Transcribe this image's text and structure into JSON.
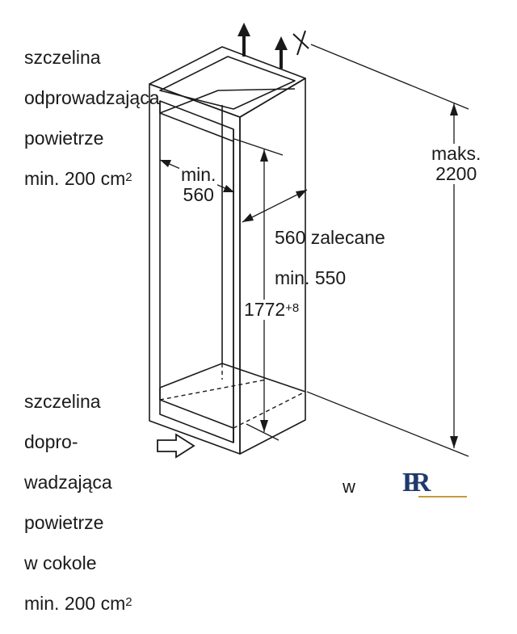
{
  "labels": {
    "top_vent_lines": [
      "szczelina",
      "odprowadzająca",
      "powietrze",
      "min. 200 cm"
    ],
    "top_vent_sup": "2",
    "bottom_vent_lines": [
      "szczelina",
      "dopro-",
      "wadzająca",
      "powietrze",
      "w cokole",
      "min. 200 cm"
    ],
    "bottom_vent_sup": "2",
    "width_min_line1": "min.",
    "width_min_line2": "560",
    "depth_line1": "560 zalecane",
    "depth_line2": "min. 550",
    "height_value": "1772",
    "height_tolerance": "+8",
    "max_height_line1": "maks.",
    "max_height_line2": "2200",
    "watermark_left": "w",
    "logo_text": "PR"
  },
  "colors": {
    "line": "#1a1a1a",
    "arrow_fill": "#1a1a1a",
    "logo": "#1f3a6b",
    "logo_line": "#c49a3a"
  }
}
